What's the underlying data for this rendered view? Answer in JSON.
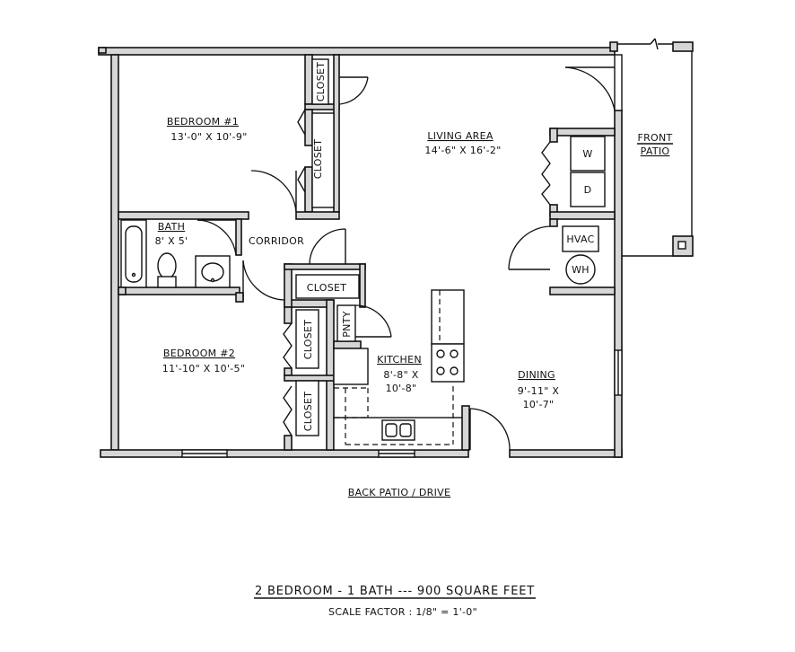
{
  "rooms": {
    "bedroom1": {
      "name": "BEDROOM #1",
      "dims": "13'-0\" X 10'-9\""
    },
    "bedroom2": {
      "name": "BEDROOM #2",
      "dims": "11'-10\" X 10'-5\""
    },
    "bath": {
      "name": "BATH",
      "dims": "8' X 5'"
    },
    "corridor": {
      "name": "CORRIDOR"
    },
    "living": {
      "name": "LIVING AREA",
      "dims": "14'-6\" X 16'-2\""
    },
    "kitchen": {
      "name": "KITCHEN",
      "dims1": "8'-8\" X",
      "dims2": "10'-8\""
    },
    "dining": {
      "name": "DINING",
      "dims1": "9'-11\" X",
      "dims2": "10'-7\""
    }
  },
  "closets": {
    "c1": "CLOSET",
    "c2": "CLOSET",
    "c3": "CLOSET",
    "c4": "CLOSET",
    "c5": "CLOSET",
    "pantry": "PNTY"
  },
  "appliances": {
    "washer": "W",
    "dryer": "D",
    "hvac": "HVAC",
    "water_heater": "WH"
  },
  "exterior": {
    "front_patio_1": "FRONT",
    "front_patio_2": "PATIO",
    "back_patio": "BACK PATIO / DRIVE"
  },
  "footer": {
    "title": "2 BEDROOM - 1 BATH --- 900 SQUARE FEET",
    "scale": "SCALE FACTOR : 1/8\" = 1'-0\""
  }
}
